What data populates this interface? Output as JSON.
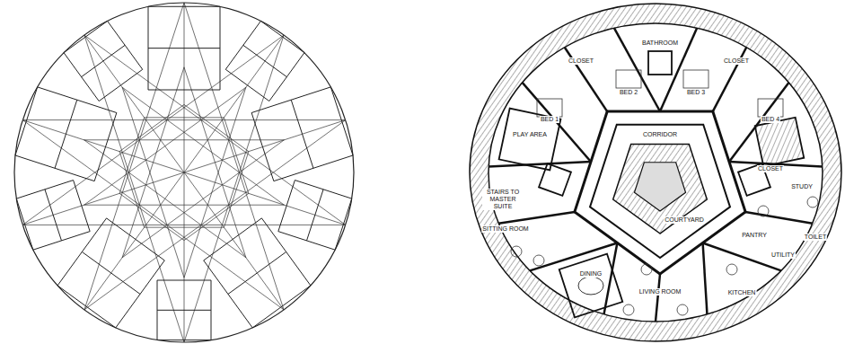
{
  "diagram": {
    "labels": [
      "CLOSET",
      "BATHROOM",
      "CLOSET",
      "BED 1",
      "BED 2",
      "BED 3",
      "BED 4",
      "PLAY AREA",
      "CORRIDOR",
      "COURTYARD",
      "STAIRS TO MASTER SUITE",
      "SITTING ROOM",
      "DINING",
      "LIVING ROOM",
      "KITCHEN",
      "PANTRY",
      "UTILITY",
      "TOILET",
      "STUDY",
      "CLOSET"
    ]
  }
}
